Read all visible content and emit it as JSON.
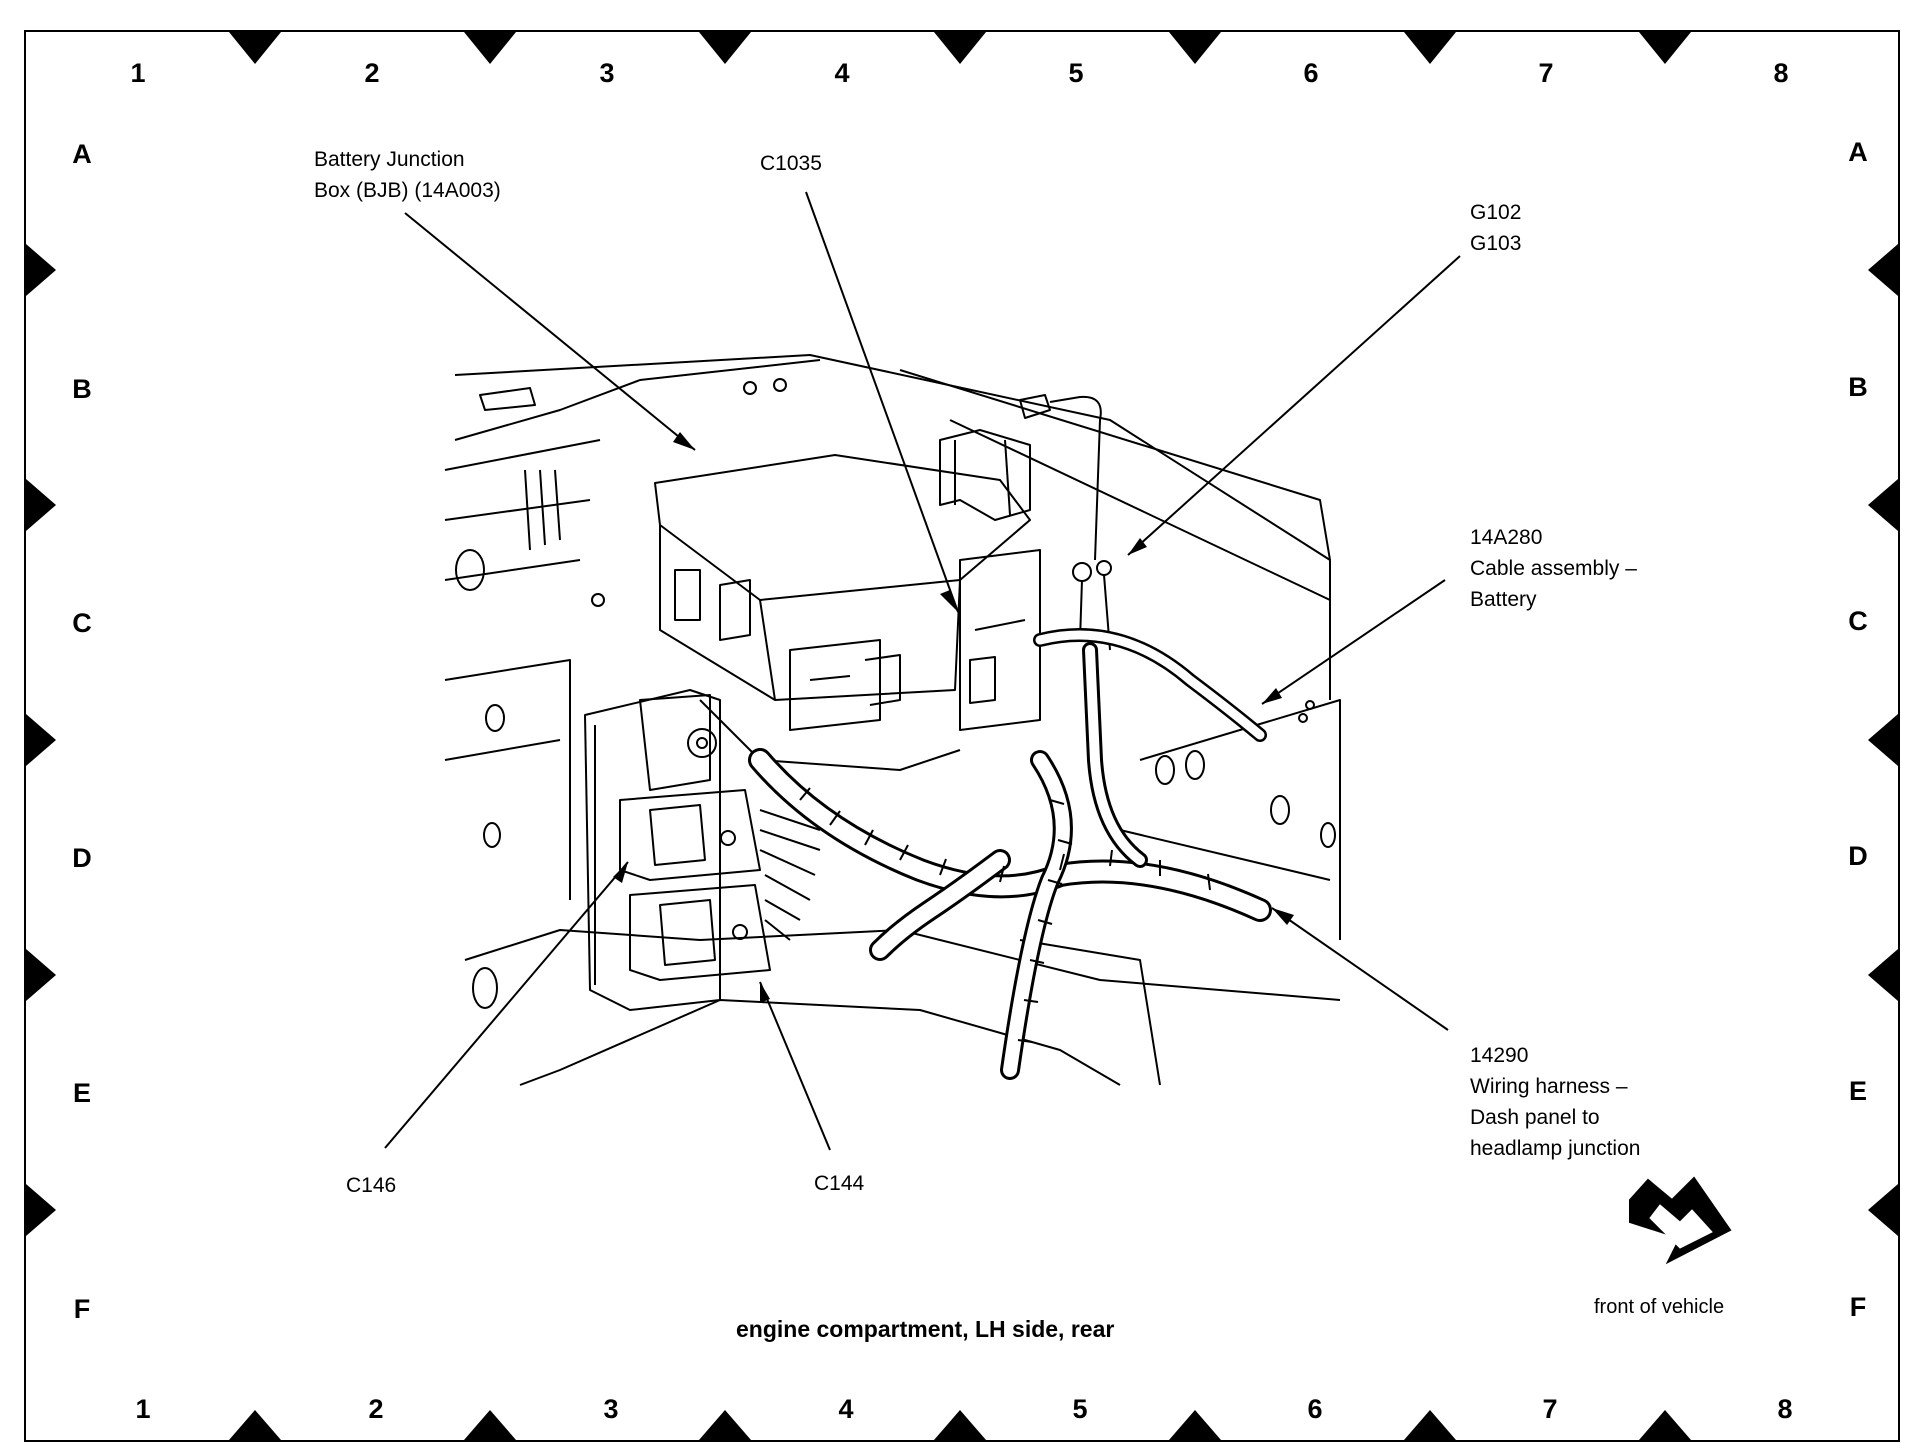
{
  "grid": {
    "columns": [
      "1",
      "2",
      "3",
      "4",
      "5",
      "6",
      "7",
      "8"
    ],
    "rows": [
      "A",
      "B",
      "C",
      "D",
      "E",
      "F"
    ]
  },
  "callouts": {
    "bjb": [
      "Battery Junction",
      "Box (BJB) (14A003)"
    ],
    "c1035": [
      "C1035"
    ],
    "g102": [
      "G102",
      "G103"
    ],
    "cable": [
      "14A280",
      "Cable assembly –",
      "Battery"
    ],
    "c146": [
      "C146"
    ],
    "c144": [
      "C144"
    ],
    "harness": [
      "14290",
      "Wiring harness –",
      "Dash panel to",
      "headlamp junction"
    ]
  },
  "caption": "engine compartment, LH side, rear",
  "front_label": "front of vehicle",
  "icons": {
    "front_arrow": "front-of-vehicle-arrow-icon"
  },
  "colors": {
    "ink": "#000000",
    "paper": "#ffffff"
  }
}
